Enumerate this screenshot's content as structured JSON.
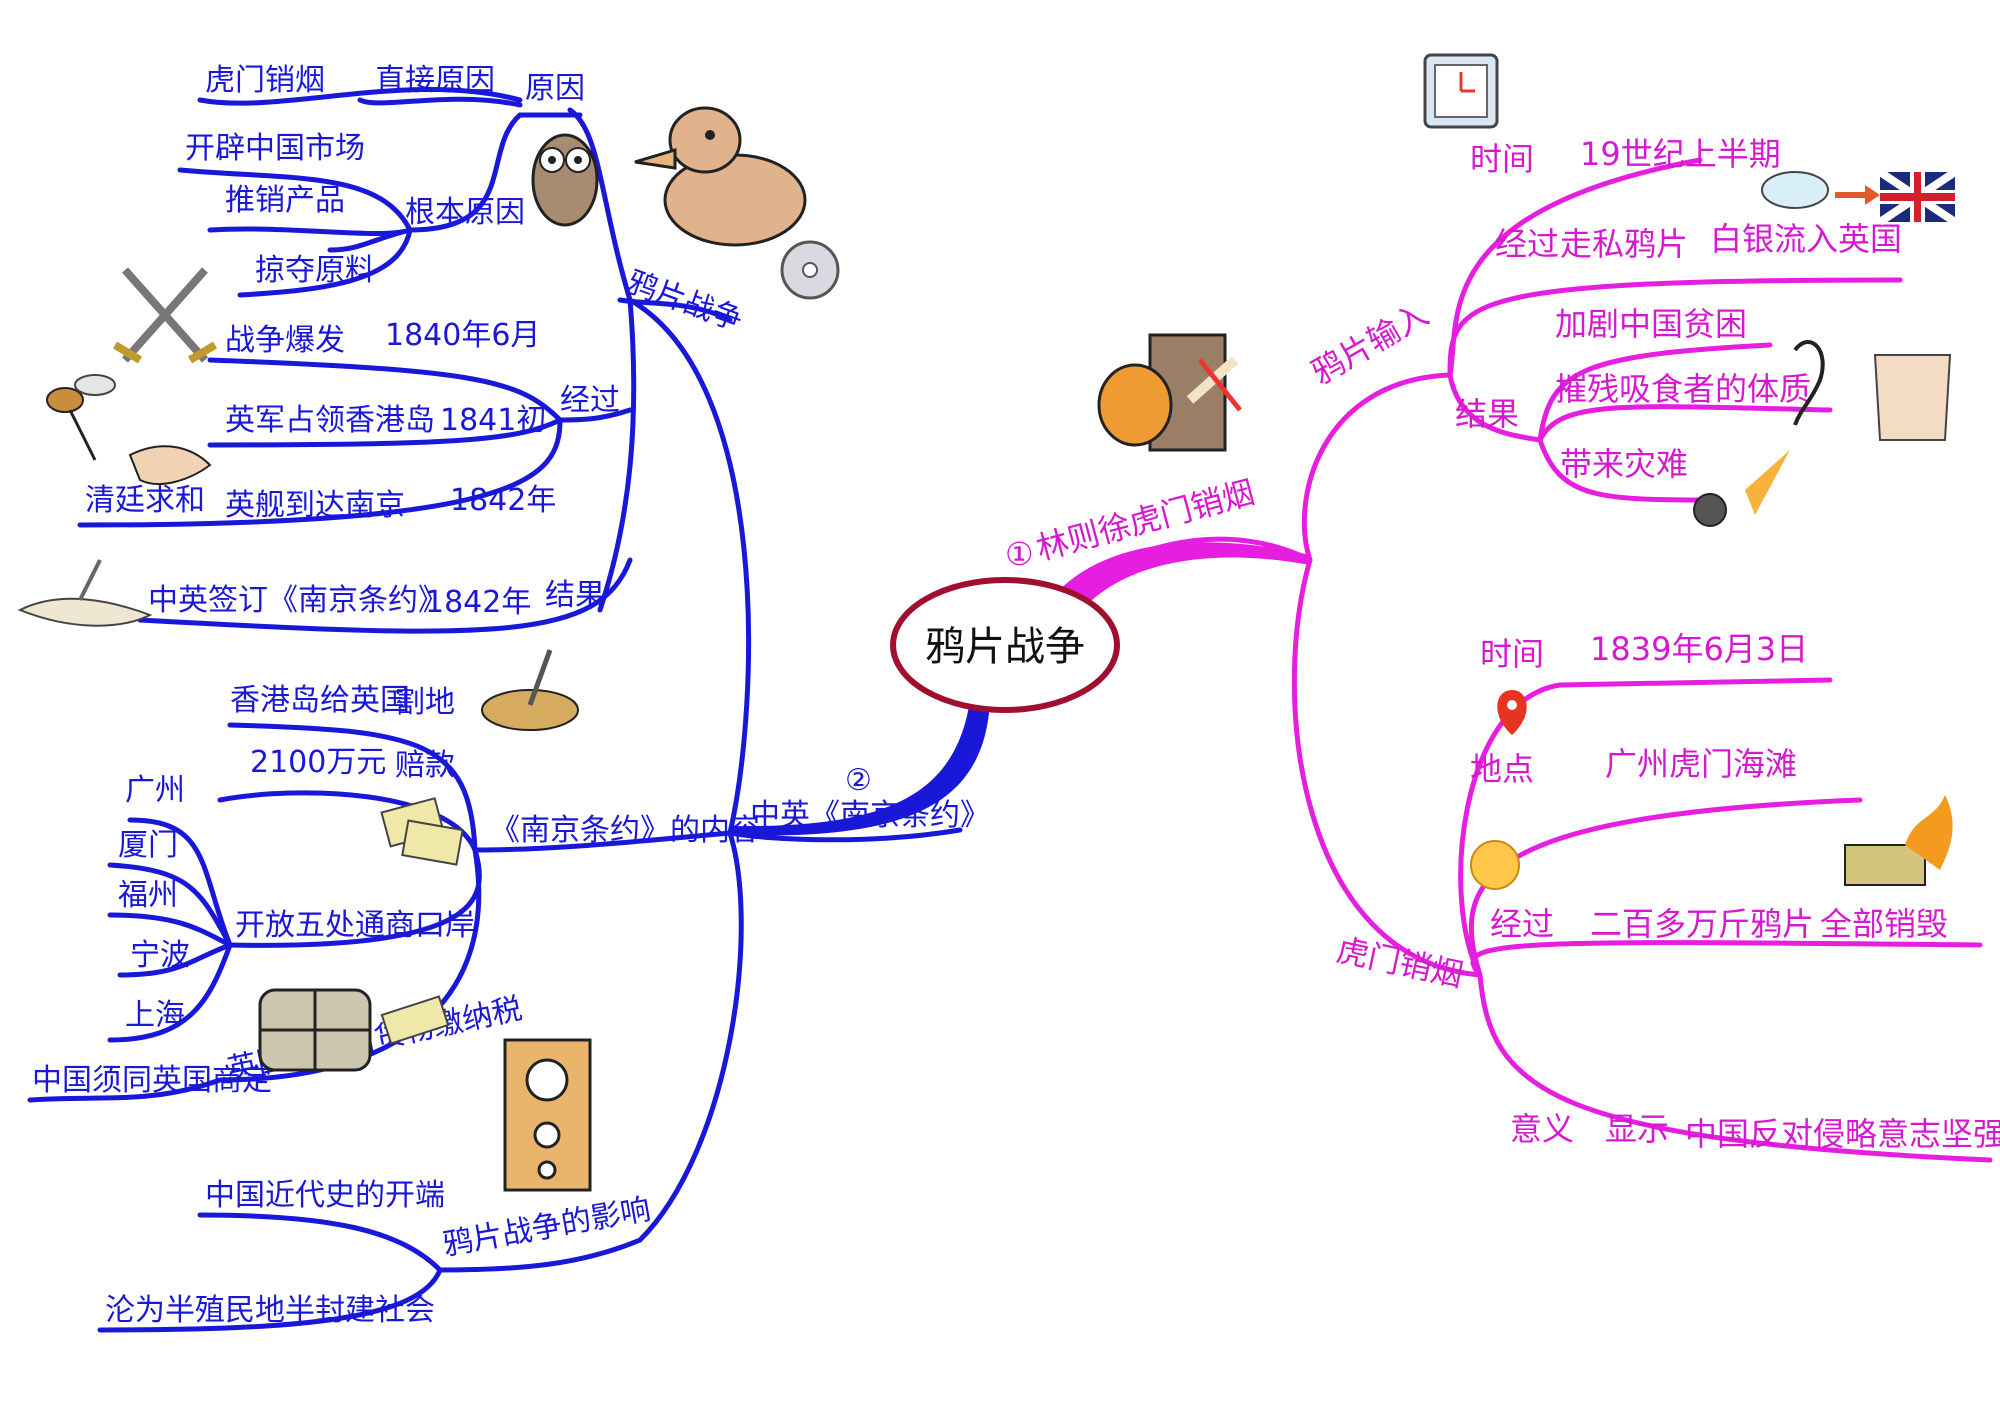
{
  "center": {
    "title": "鸦片战争"
  },
  "colors": {
    "left": "#1a18d8",
    "right": "#e51ee0",
    "center_ring": "#a0102e"
  },
  "left": {
    "main_label": "中英《南京条约》",
    "main_number": "②",
    "war": {
      "label": "鸦片战争",
      "reason": {
        "label": "原因",
        "direct": {
          "label": "直接原因",
          "value": "虎门销烟"
        },
        "root": {
          "label": "根本原因",
          "items": [
            "开辟中国市场",
            "推销产品",
            "掠夺原料"
          ]
        }
      },
      "process": {
        "label": "经过",
        "items": [
          {
            "event": "战争爆发",
            "time": "1840年6月"
          },
          {
            "event": "英军占领香港岛",
            "time": "1841初"
          },
          {
            "event": "英舰到达南京",
            "time": "1842年",
            "extra": "清廷求和"
          }
        ]
      },
      "result": {
        "label": "结果",
        "time": "1842年",
        "event": "中英签订《南京条约》"
      }
    },
    "treaty": {
      "label": "《南京条约》的内容",
      "cede": {
        "label": "割地",
        "value": "香港岛给英国"
      },
      "indemnity": {
        "label": "赔款",
        "value": "2100万元"
      },
      "ports": {
        "label": "开放五处通商口岸",
        "cities": [
          "广州",
          "厦门",
          "福州",
          "宁波",
          "上海"
        ]
      },
      "tariff": {
        "label": "英国进出口货物缴纳税",
        "value": "中国须同英国商定"
      }
    },
    "impact": {
      "label": "鸦片战争的影响",
      "items": [
        "中国近代史的开端",
        "沦为半殖民地半封建社会"
      ]
    }
  },
  "right": {
    "main_label": "林则徐虎门销烟",
    "main_number": "①",
    "opium": {
      "label": "鸦片输入",
      "time": {
        "label": "时间",
        "value": "19世纪上半期"
      },
      "process": {
        "label": "经过",
        "items": [
          "走私鸦片",
          "白银流入英国"
        ]
      },
      "result": {
        "label": "结果",
        "items": [
          "加剧中国贫困",
          "摧残吸食者的体质",
          "带来灾难"
        ]
      }
    },
    "humen": {
      "label": "虎门销烟",
      "time": {
        "label": "时间",
        "value": "1839年6月3日"
      },
      "place": {
        "label": "地点",
        "value": "广州虎门海滩"
      },
      "process": {
        "label": "经过",
        "items": [
          "二百多万斤鸦片",
          "全部销毁"
        ]
      },
      "meaning": {
        "label": "意义",
        "items": [
          "显示",
          "中国反对侵略意志坚强"
        ]
      }
    }
  }
}
